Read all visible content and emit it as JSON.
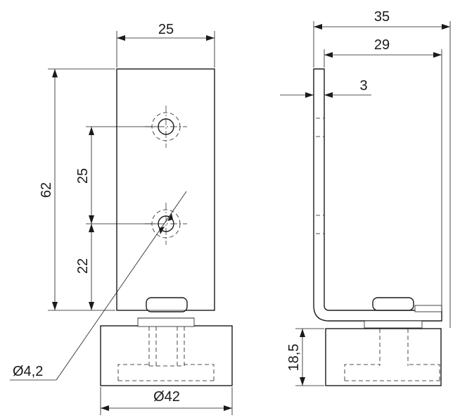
{
  "dimensions": {
    "front_width": "25",
    "front_height": "62",
    "hole_spacing": "25",
    "hole_bottom": "22",
    "hole_diameter": "Ø4,2",
    "base_diameter": "Ø42",
    "side_width": "35",
    "side_inner": "29",
    "thickness": "3",
    "base_height": "18,5"
  }
}
